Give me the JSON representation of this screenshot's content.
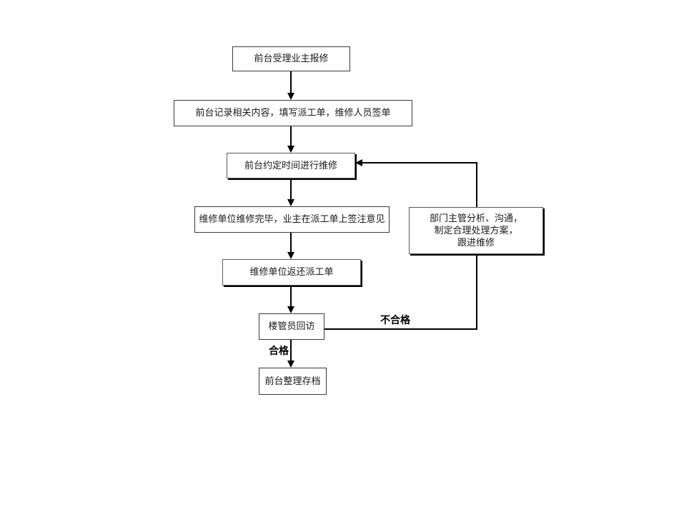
{
  "diagram": {
    "title": "repair-service-flowchart",
    "colors": {
      "background": "#ffffff",
      "box_border": "#3a3a3a",
      "connector": "#000000",
      "text": "#1a1a1a"
    },
    "nodes": {
      "receive": {
        "text": "前台受理业主报修"
      },
      "record": {
        "text": "前台记录相关内容，填写派工单，维修人员签单"
      },
      "schedule": {
        "text": "前台约定时间进行维修"
      },
      "complete": {
        "text": "维修单位维修完毕，业主在派工单上签注意见"
      },
      "return_sheet": {
        "text": "维修单位返还派工单"
      },
      "visit": {
        "text": "楼管员回访"
      },
      "manager": {
        "text": "部门主管分析、沟通，\n制定合理处理方案，\n跟进维修"
      },
      "archive": {
        "text": "前台整理存档"
      }
    },
    "edge_labels": {
      "fail": "不合格",
      "pass": "合格"
    }
  }
}
